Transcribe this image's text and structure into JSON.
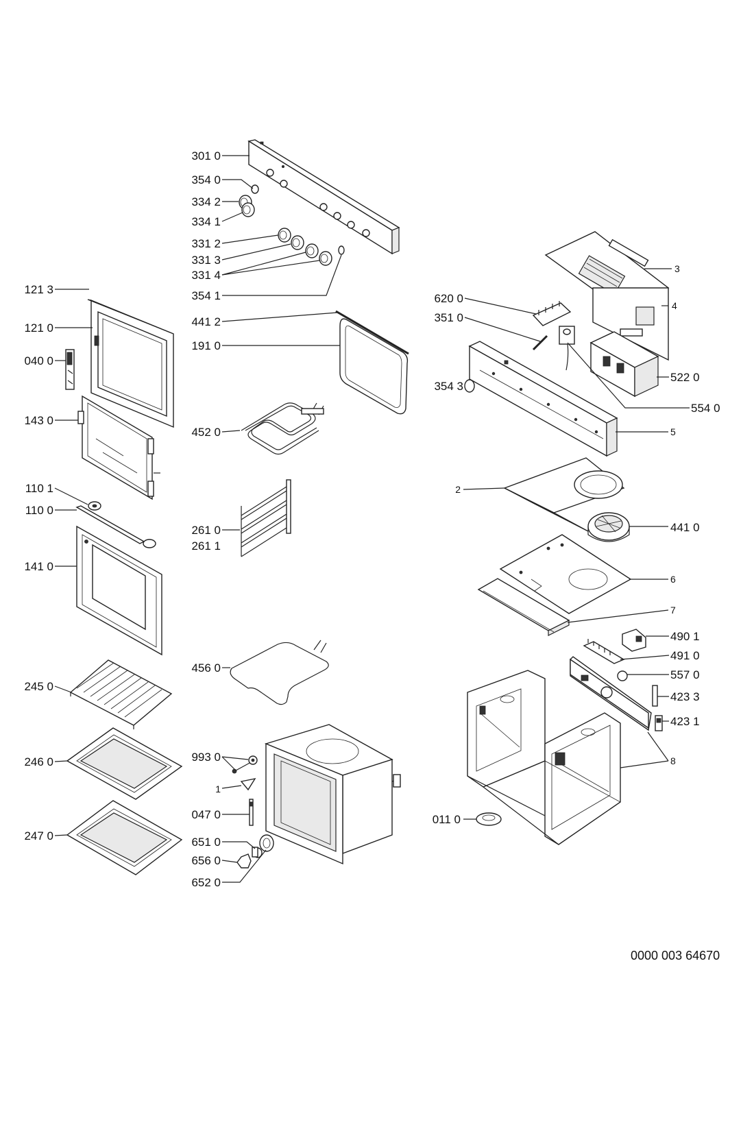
{
  "document_number": "0000 003 64670",
  "callouts": {
    "c3010": "301 0",
    "c3540": "354 0",
    "c3342": "334 2",
    "c3341": "334 1",
    "c3312": "331 2",
    "c3313": "331 3",
    "c3314": "331 4",
    "c3541": "354 1",
    "c1213": "121 3",
    "c4412": "441 2",
    "c1210": "121 0",
    "c1910": "191 0",
    "c0400": "040 0",
    "c1430": "143 0",
    "c4520": "452 0",
    "c1101": "110 1",
    "c1100": "110 0",
    "c2610": "261 0",
    "c2611": "261 1",
    "c1410": "141 0",
    "c4560": "456 0",
    "c2450": "245 0",
    "c2460": "246 0",
    "c2470": "247 0",
    "c9930": "993 0",
    "c1": "1",
    "c0470": "047 0",
    "c6510": "651 0",
    "c6560": "656 0",
    "c6520": "652 0",
    "c3": "3",
    "c6200": "620 0",
    "c4": "4",
    "c3510": "351 0",
    "c5220": "522 0",
    "c3543": "354 3",
    "c5540": "554 0",
    "c5": "5",
    "c2": "2",
    "c4410": "441 0",
    "c6": "6",
    "c7": "7",
    "c4901": "490 1",
    "c4910": "491 0",
    "c5570": "557 0",
    "c4233": "423 3",
    "c4231": "423 1",
    "c8": "8",
    "c0110": "011 0"
  }
}
